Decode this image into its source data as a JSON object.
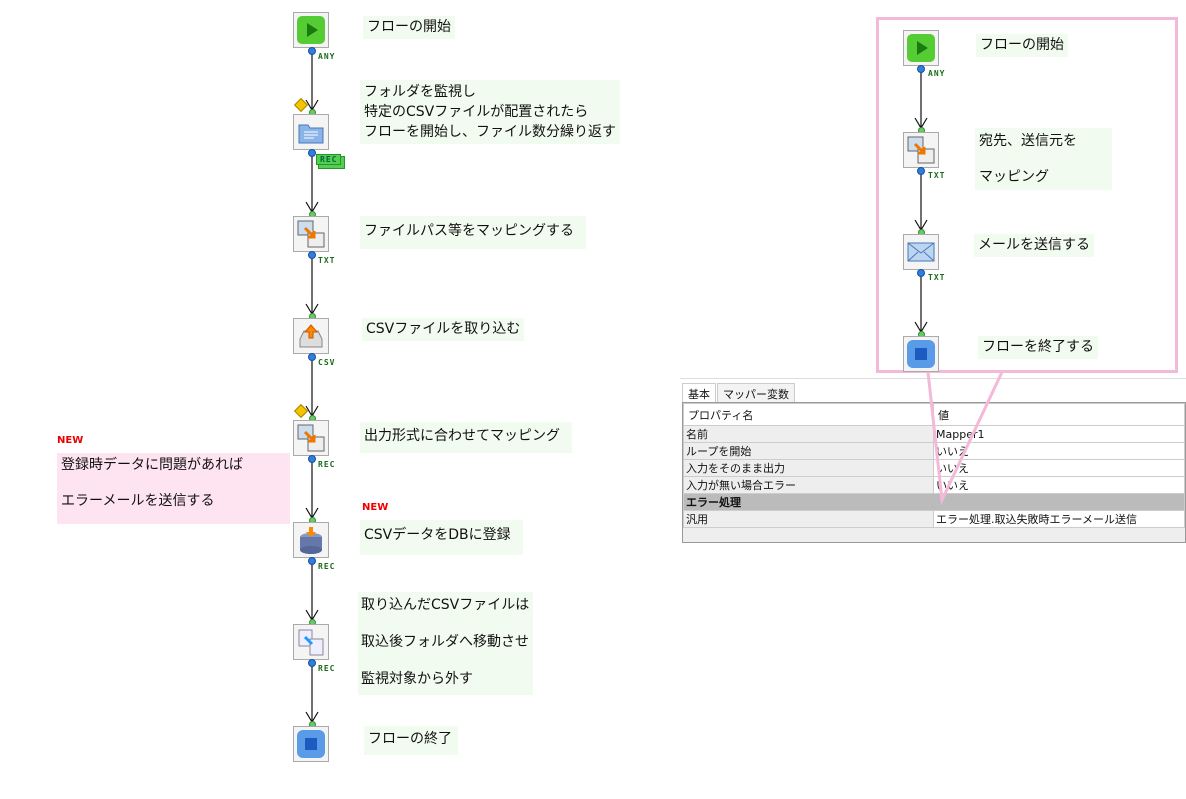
{
  "left_flow": {
    "nodes": [
      {
        "icon": "start-icon",
        "label": "フローの開始",
        "port": "ANY"
      },
      {
        "icon": "folder-watch-icon",
        "label": "フォルダを監視し\n特定のCSVファイルが配置されたら\nフローを開始し、ファイル数分繰り返す",
        "port": "REC"
      },
      {
        "icon": "mapper-icon",
        "label": "ファイルパス等をマッピングする",
        "port": "TXT"
      },
      {
        "icon": "csv-import-icon",
        "label": "CSVファイルを取り込む",
        "port": "CSV"
      },
      {
        "icon": "mapper-icon",
        "label": "出力形式に合わせてマッピング",
        "port": "REC"
      },
      {
        "icon": "database-insert-icon",
        "label": "CSVデータをDBに登録",
        "port": "REC",
        "badge": "NEW"
      },
      {
        "icon": "file-move-icon",
        "label": "取り込んだCSVファイルは\n\n取込後フォルダへ移動させ\n\n監視対象から外す",
        "port": "REC"
      },
      {
        "icon": "end-icon",
        "label": "フローの終了"
      }
    ],
    "note": {
      "badge": "NEW",
      "text": "登録時データに問題があれば\n\nエラーメールを送信する"
    }
  },
  "right_flow": {
    "nodes": [
      {
        "icon": "start-icon",
        "label": "フローの開始",
        "port": "ANY"
      },
      {
        "icon": "mapper-icon",
        "label": "宛先、送信元を\n\nマッピング",
        "port": "TXT"
      },
      {
        "icon": "mail-icon",
        "label": "メールを送信する",
        "port": "TXT"
      },
      {
        "icon": "end-icon",
        "label": "フローを終了する"
      }
    ]
  },
  "properties": {
    "tabs": [
      "基本",
      "マッパー変数"
    ],
    "header": [
      "プロパティ名",
      "値"
    ],
    "rows": [
      {
        "k": "名前",
        "v": "Mapper1"
      },
      {
        "k": "ループを開始",
        "v": "いいえ"
      },
      {
        "k": "入力をそのまま出力",
        "v": "いいえ"
      },
      {
        "k": "入力が無い場合エラー",
        "v": "いいえ"
      }
    ],
    "section": "エラー処理",
    "section_rows": [
      {
        "k": "汎用",
        "v": "エラー処理.取込失敗時エラーメール送信"
      }
    ]
  },
  "colors": {
    "callout": "#f4b8d8",
    "note_bg": "#fde4f0",
    "label_bg": "#f2fbef",
    "new": "#e00000"
  }
}
